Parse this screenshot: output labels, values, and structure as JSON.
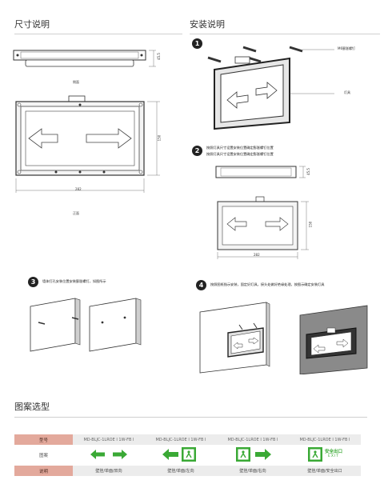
{
  "sections": {
    "dimensions_title": "尺寸说明",
    "install_title": "安装说明",
    "pattern_title": "图案选型"
  },
  "dimension_drawings": {
    "side_view_caption": "侧面",
    "front_view_caption": "正面",
    "side_height": "45.5",
    "front_height": "150",
    "front_width": "282"
  },
  "install": {
    "step1": {
      "number": "1",
      "callout_screw": "M6膨胀螺钉",
      "callout_lamp": "灯具"
    },
    "step2": {
      "number": "2",
      "line1": "按照灯具尺寸设置安装位置确定膨胀螺钉位置",
      "line2": "按照灯具尺寸设置安装位置确定膨胀螺钉位置",
      "dim_side": "45.5",
      "dim_height": "150",
      "dim_width": "282"
    },
    "step3": {
      "number": "3",
      "text": "墙体打孔安装位置安装膨胀螺钉，如图所示"
    },
    "step4": {
      "number": "4",
      "text": "按照图纸指示安装，固定好灯具，接头处做好绝缘处理，按图示确定安装灯具"
    }
  },
  "spec_table": {
    "headers": {
      "model": "型号",
      "pattern": "图案",
      "description": "说明"
    },
    "models": [
      "MD-BLJC-1LROE I 1W-FB I",
      "MD-BLJC-1LROE I 1W-FB I",
      "MD-BLJC-1LROE I 1W-FB I",
      "MD-BLJC-1LROE I 1W-FB I"
    ],
    "descriptions": [
      "壁挂/单面/双向",
      "壁挂/单面/左向",
      "壁挂/单面/右向",
      "壁挂/单面/安全出口"
    ],
    "exit_sign_text": {
      "cn": "安全出口",
      "en": "EXIT"
    },
    "colors": {
      "header_bg": "#e3a99c",
      "row_bg": "#ececec",
      "sign_green": "#3aa935"
    }
  }
}
